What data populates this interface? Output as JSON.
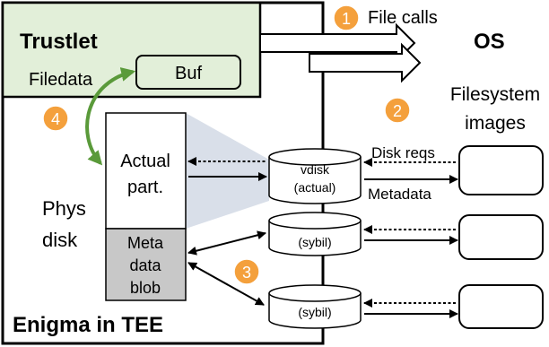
{
  "diagram": {
    "trustlet_title": "Trustlet",
    "filedata_label": "Filedata",
    "buf_label": "Buf",
    "os_label": "OS",
    "file_calls_label": "File calls",
    "filesystem_images_line1": "Filesystem",
    "filesystem_images_line2": "images",
    "enigma_label": "Enigma in TEE",
    "phys_disk_line1": "Phys",
    "phys_disk_line2": "disk",
    "actual_part_line1": "Actual",
    "actual_part_line2": "part.",
    "meta_blob_line1": "Meta",
    "meta_blob_line2": "data",
    "meta_blob_line3": "blob",
    "vdisk_line1": "vdisk",
    "vdisk_line2": "(actual)",
    "sybil1_label": "(sybil)",
    "sybil2_label": "(sybil)",
    "disk_reqs_label": "Disk reqs",
    "metadata_label": "Metadata",
    "badges": [
      "1",
      "2",
      "3",
      "4"
    ],
    "colors": {
      "trustlet_fill": "#e2efd9",
      "badge_fill": "#f4a03c",
      "green_arrow": "#5a9a3a",
      "blob_fill": "#c8c8c8",
      "shade": "#d0d7e4"
    }
  }
}
